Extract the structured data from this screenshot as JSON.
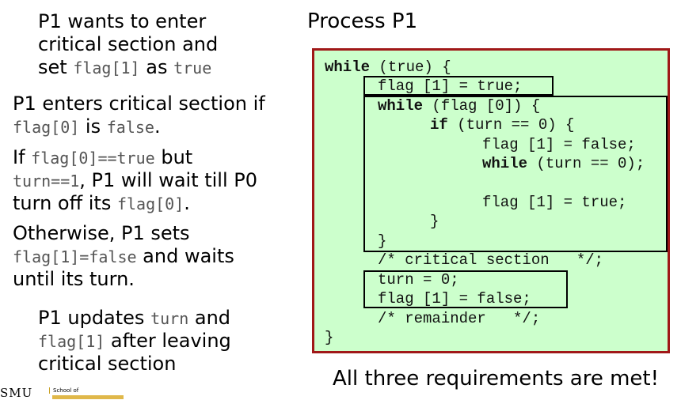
{
  "left": {
    "block1": {
      "line1": "P1 wants to enter",
      "line2": "critical section and",
      "set": "set ",
      "code_flag": "flag[1]",
      "as": " as ",
      "code_true": "true"
    },
    "block2": {
      "line1": "P1 enters critical section if",
      "code_flag0": "flag[0]",
      "is": " is ",
      "code_false": "false",
      "period": "."
    },
    "block3": {
      "if": "If ",
      "code_cond": "flag[0]==true",
      "but": " but",
      "code_turn": "turn==1",
      "wait": ", P1 will wait till P0",
      "turnoff": "turn off its ",
      "code_flag0": "flag[0]",
      "period": "."
    },
    "block4": {
      "line1": "Otherwise, P1 sets",
      "code_set": "flag[1]=false",
      "waits": " and waits",
      "line3": "until its turn."
    },
    "block5": {
      "updates": "P1 updates ",
      "code_turn": "turn",
      "and": " and",
      "code_flag1": "flag[1]",
      "after": " after leaving",
      "line3": "critical section"
    }
  },
  "title": "Process P1",
  "code": {
    "l1_kw": "while",
    "l1_rest": " (true) {",
    "l2": "flag [1] = true;",
    "l3_kw": "while",
    "l3_rest": " (flag [0]) {",
    "l4_kw": "if",
    "l4_rest": " (turn == 0) {",
    "l5": "flag [1] = false;",
    "l6_kw": "while",
    "l6_rest": " (turn == 0);",
    "l7": "flag [1] = true;",
    "l8": "}",
    "l9": "}",
    "l10": "/* critical section   */;",
    "l11": "turn = 0;",
    "l12": "flag [1] = false;",
    "l13": "/* remainder   */;",
    "l14": "}"
  },
  "conclusion": "All three requirements are met!",
  "footer": {
    "logo": "SMU",
    "school": "School of"
  },
  "colors": {
    "code_bg": "#ccffcc",
    "border": "#a01818",
    "logo_bar": "#e0b84a"
  }
}
